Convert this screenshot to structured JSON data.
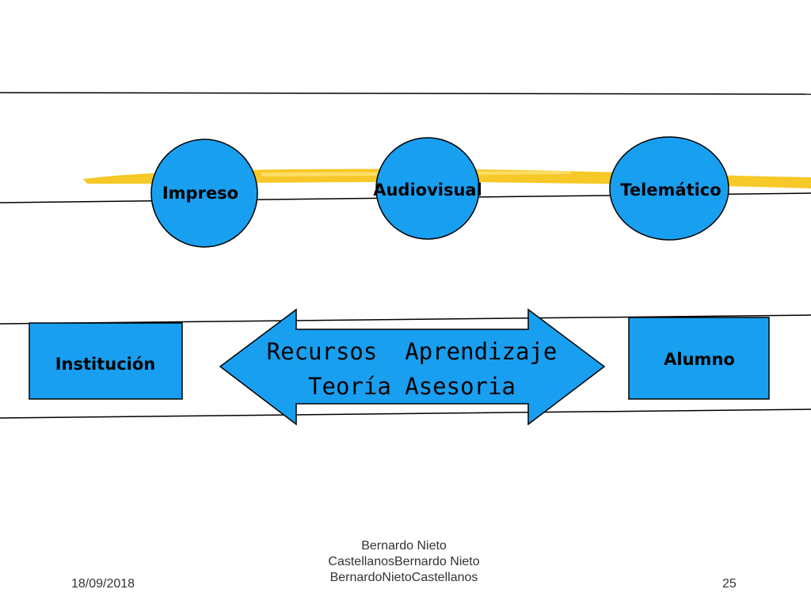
{
  "diagram": {
    "media": [
      "Impreso",
      "Audiovisual",
      "Telemático"
    ],
    "left_box": "Institución",
    "right_box": "Alumno",
    "arrow_lines": [
      "Recursos  Aprendizaje",
      "Teoría Asesoria"
    ]
  },
  "colors": {
    "shape_fill": "#199ff0",
    "highlight": "#f5c211",
    "line": "#000000"
  },
  "footer": {
    "date": "18/09/2018",
    "author_lines": [
      "Bernardo Nieto",
      "CastellanosBernardo Nieto",
      "BernardoNietoCastellanos"
    ],
    "page": "25"
  }
}
